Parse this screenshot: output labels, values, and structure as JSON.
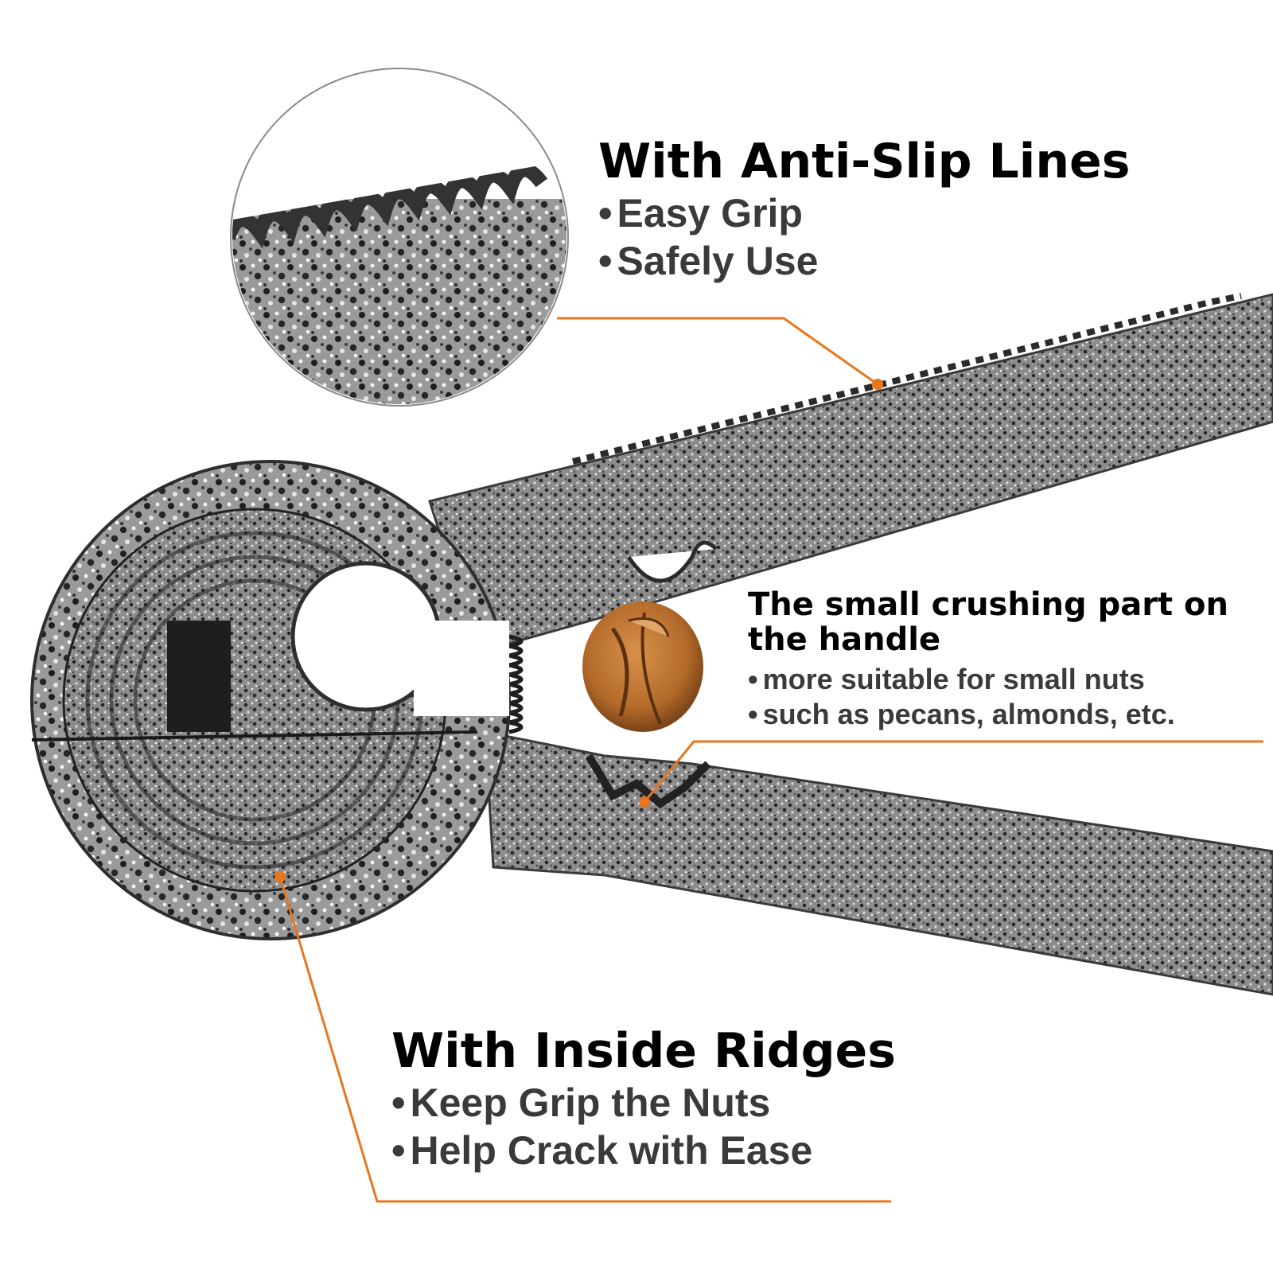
{
  "image": {
    "accent_color": "#e8761f",
    "metal_color": "#7a7a7a",
    "nut_color": "#b36a2a"
  },
  "features": {
    "anti_slip": {
      "title": "With Anti-Slip Lines",
      "bullets": [
        "Easy Grip",
        "Safely Use"
      ]
    },
    "crushing": {
      "title": "The small crushing part on the handle",
      "bullets": [
        "more suitable for small nuts",
        "such as pecans, almonds, etc."
      ]
    },
    "ridges": {
      "title": "With Inside Ridges",
      "bullets": [
        "Keep Grip the Nuts",
        "Help Crack with Ease"
      ]
    }
  }
}
